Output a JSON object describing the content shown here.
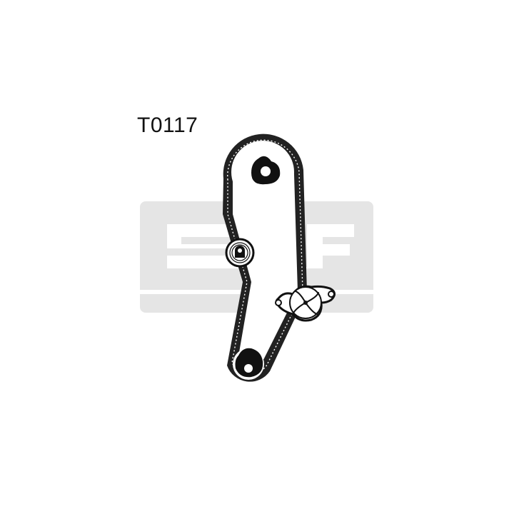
{
  "diagram": {
    "part_number": "T0117",
    "watermark_logo": "SKF",
    "colors": {
      "watermark_band": "#e5e5e5",
      "watermark_text": "#ffffff",
      "belt": "#222222",
      "part_fill": "#ffffff",
      "ink": "#111111"
    },
    "components": [
      "camshaft-pulley",
      "tensioner-pulley",
      "water-pump-pulley",
      "crankshaft-pulley",
      "timing-belt"
    ]
  }
}
